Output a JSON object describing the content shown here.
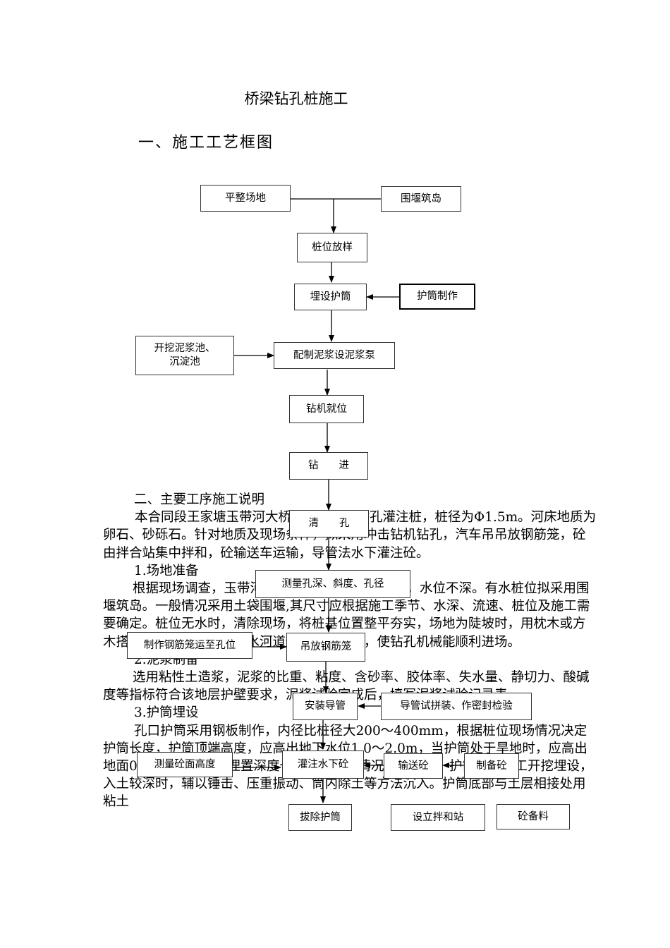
{
  "doc": {
    "title": "桥梁钻孔桩施工",
    "section1": "一、施工工艺框图",
    "flowchart": {
      "nodes": {
        "level_site": "平整场地",
        "cofferdam": "围堰筑岛",
        "pile_layout": "桩位放样",
        "bury_casing": "埋设护筒",
        "make_casing": "护筒制作",
        "dig_pits": "开挖泥浆池、\n沉淀池",
        "mud_pump": "配制泥浆设泥浆泵",
        "rig_position": "钻机就位",
        "drilling": "钻　　进",
        "clean_hole": "清　　孔",
        "measure_hole": "测量孔深、斜度、孔径",
        "make_cage": "制作钢筋笼运至孔位",
        "hoist_cage": "吊放钢筋笼",
        "install_tremie": "安装导管",
        "tremie_test": "导管试拼装、作密封检验",
        "measure_concrete": "测量砼面高度",
        "pour_concrete": "灌注水下砼",
        "transport_concrete": "输送砼",
        "make_concrete": "制备砼",
        "remove_casing": "拔除护筒",
        "mixing_station": "设立拌和站",
        "aggregate": "砼备料"
      }
    },
    "section2": "二、主要工序施工说明",
    "paragraphs": {
      "intro": "本合同段王家塘玉带河大桥桥墩基础为钻孔灌注桩，桩径为Φ1.5m。河床地质为卵石、砂砾石。针对地质及现场条件，拟采用冲击钻机钻孔，汽车吊吊放钢筋笼，砼由拌合站集中拌和，砼输送车运输，导管法水下灌注砼。",
      "h_site": "1.场地准备",
      "site": "根据现场调查，玉带河有一定水位，水流较平稳，水位不深。有水桩位拟采用围堰筑岛。一般情况采用土袋围堰,其尺寸应根据施工季节、水深、流速、桩位及施工需要确定。桩位无水时，清除现场，将桩基位置整平夯实，场地为陡坡时，用枕木或方木搭设工作平台，同时有水河道修建临时便桥，使钻孔机械能顺利进场。",
      "h_mud": "2.泥浆制备",
      "mud": "选用粘性土造浆，泥浆的比重、粘度、含砂率、胶体率、失水量、静切力、酸碱度等指标符合该地层护壁要求，泥浆试验完成后，填写泥浆试验记录表。",
      "h_casing": "3.护筒埋设",
      "casing": "孔口护筒采用钢板制作，内径比桩径大200～400mm，根据桩位现场情况决定护筒长度，护筒顶端高度，应高出地下水位1.0～2.0m，当护筒处于旱地时，应高出地面0.3m，护筒底端埋置深度也应根据不同情况分别对待。护筒采用人工开挖埋设，入土较深时，辅以锤击、压重振动、筒内除土等方法沉入。护筒底部与土层相接处用粘土"
    }
  }
}
